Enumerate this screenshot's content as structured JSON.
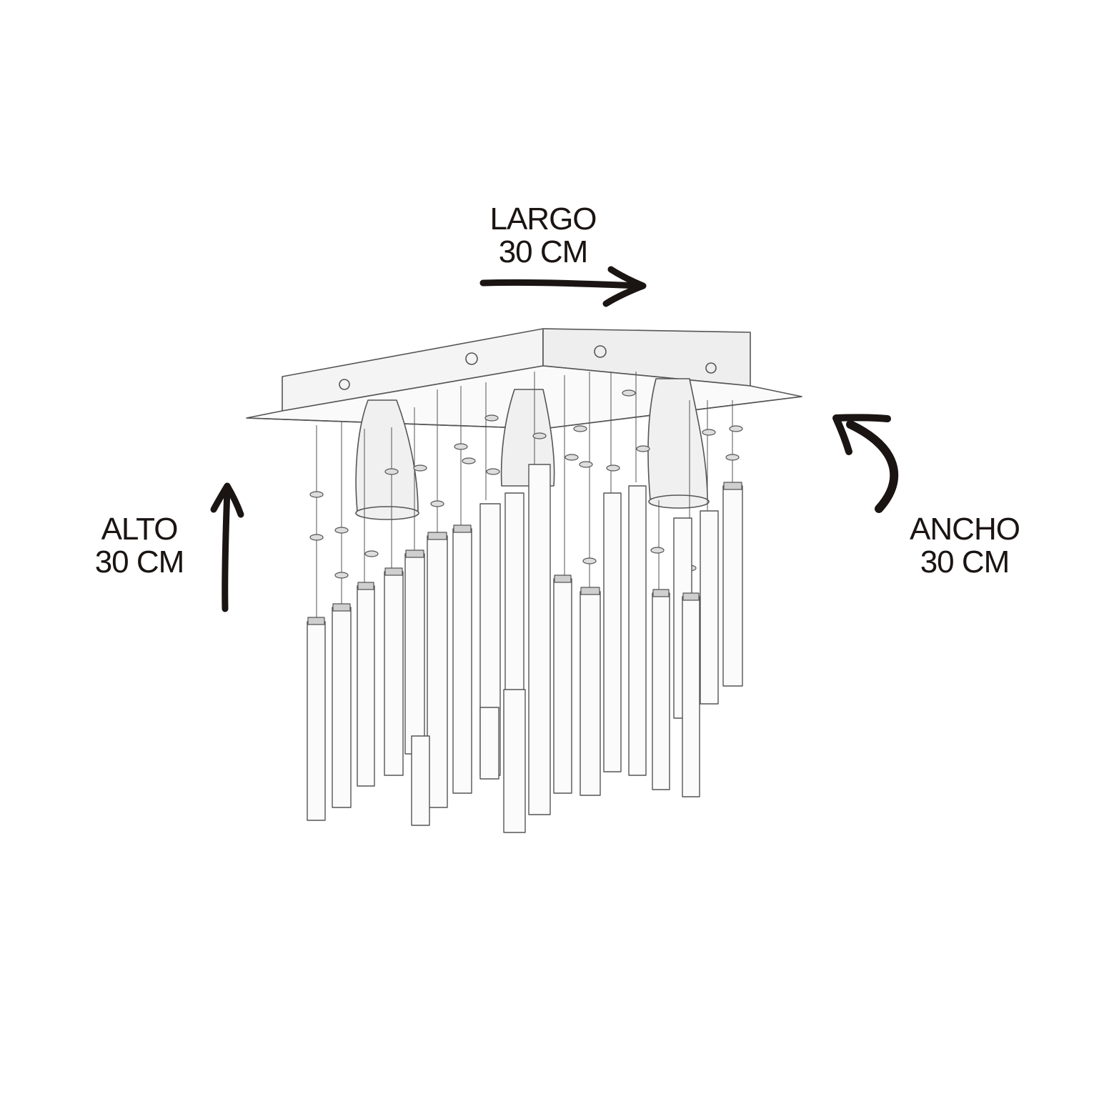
{
  "labels": {
    "largo": {
      "name": "LARGO",
      "value": "30 CM"
    },
    "alto": {
      "name": "ALTO",
      "value": "30 CM"
    },
    "ancho": {
      "name": "ANCHO",
      "value": "30 CM"
    }
  },
  "colors": {
    "ink": "#1a1412",
    "sketch": "#555555",
    "background": "#ffffff"
  },
  "icons": {
    "largo_arrow": "arrow-right-icon",
    "alto_arrow": "arrow-up-icon",
    "ancho_arrow": "curved-arrow-icon"
  }
}
